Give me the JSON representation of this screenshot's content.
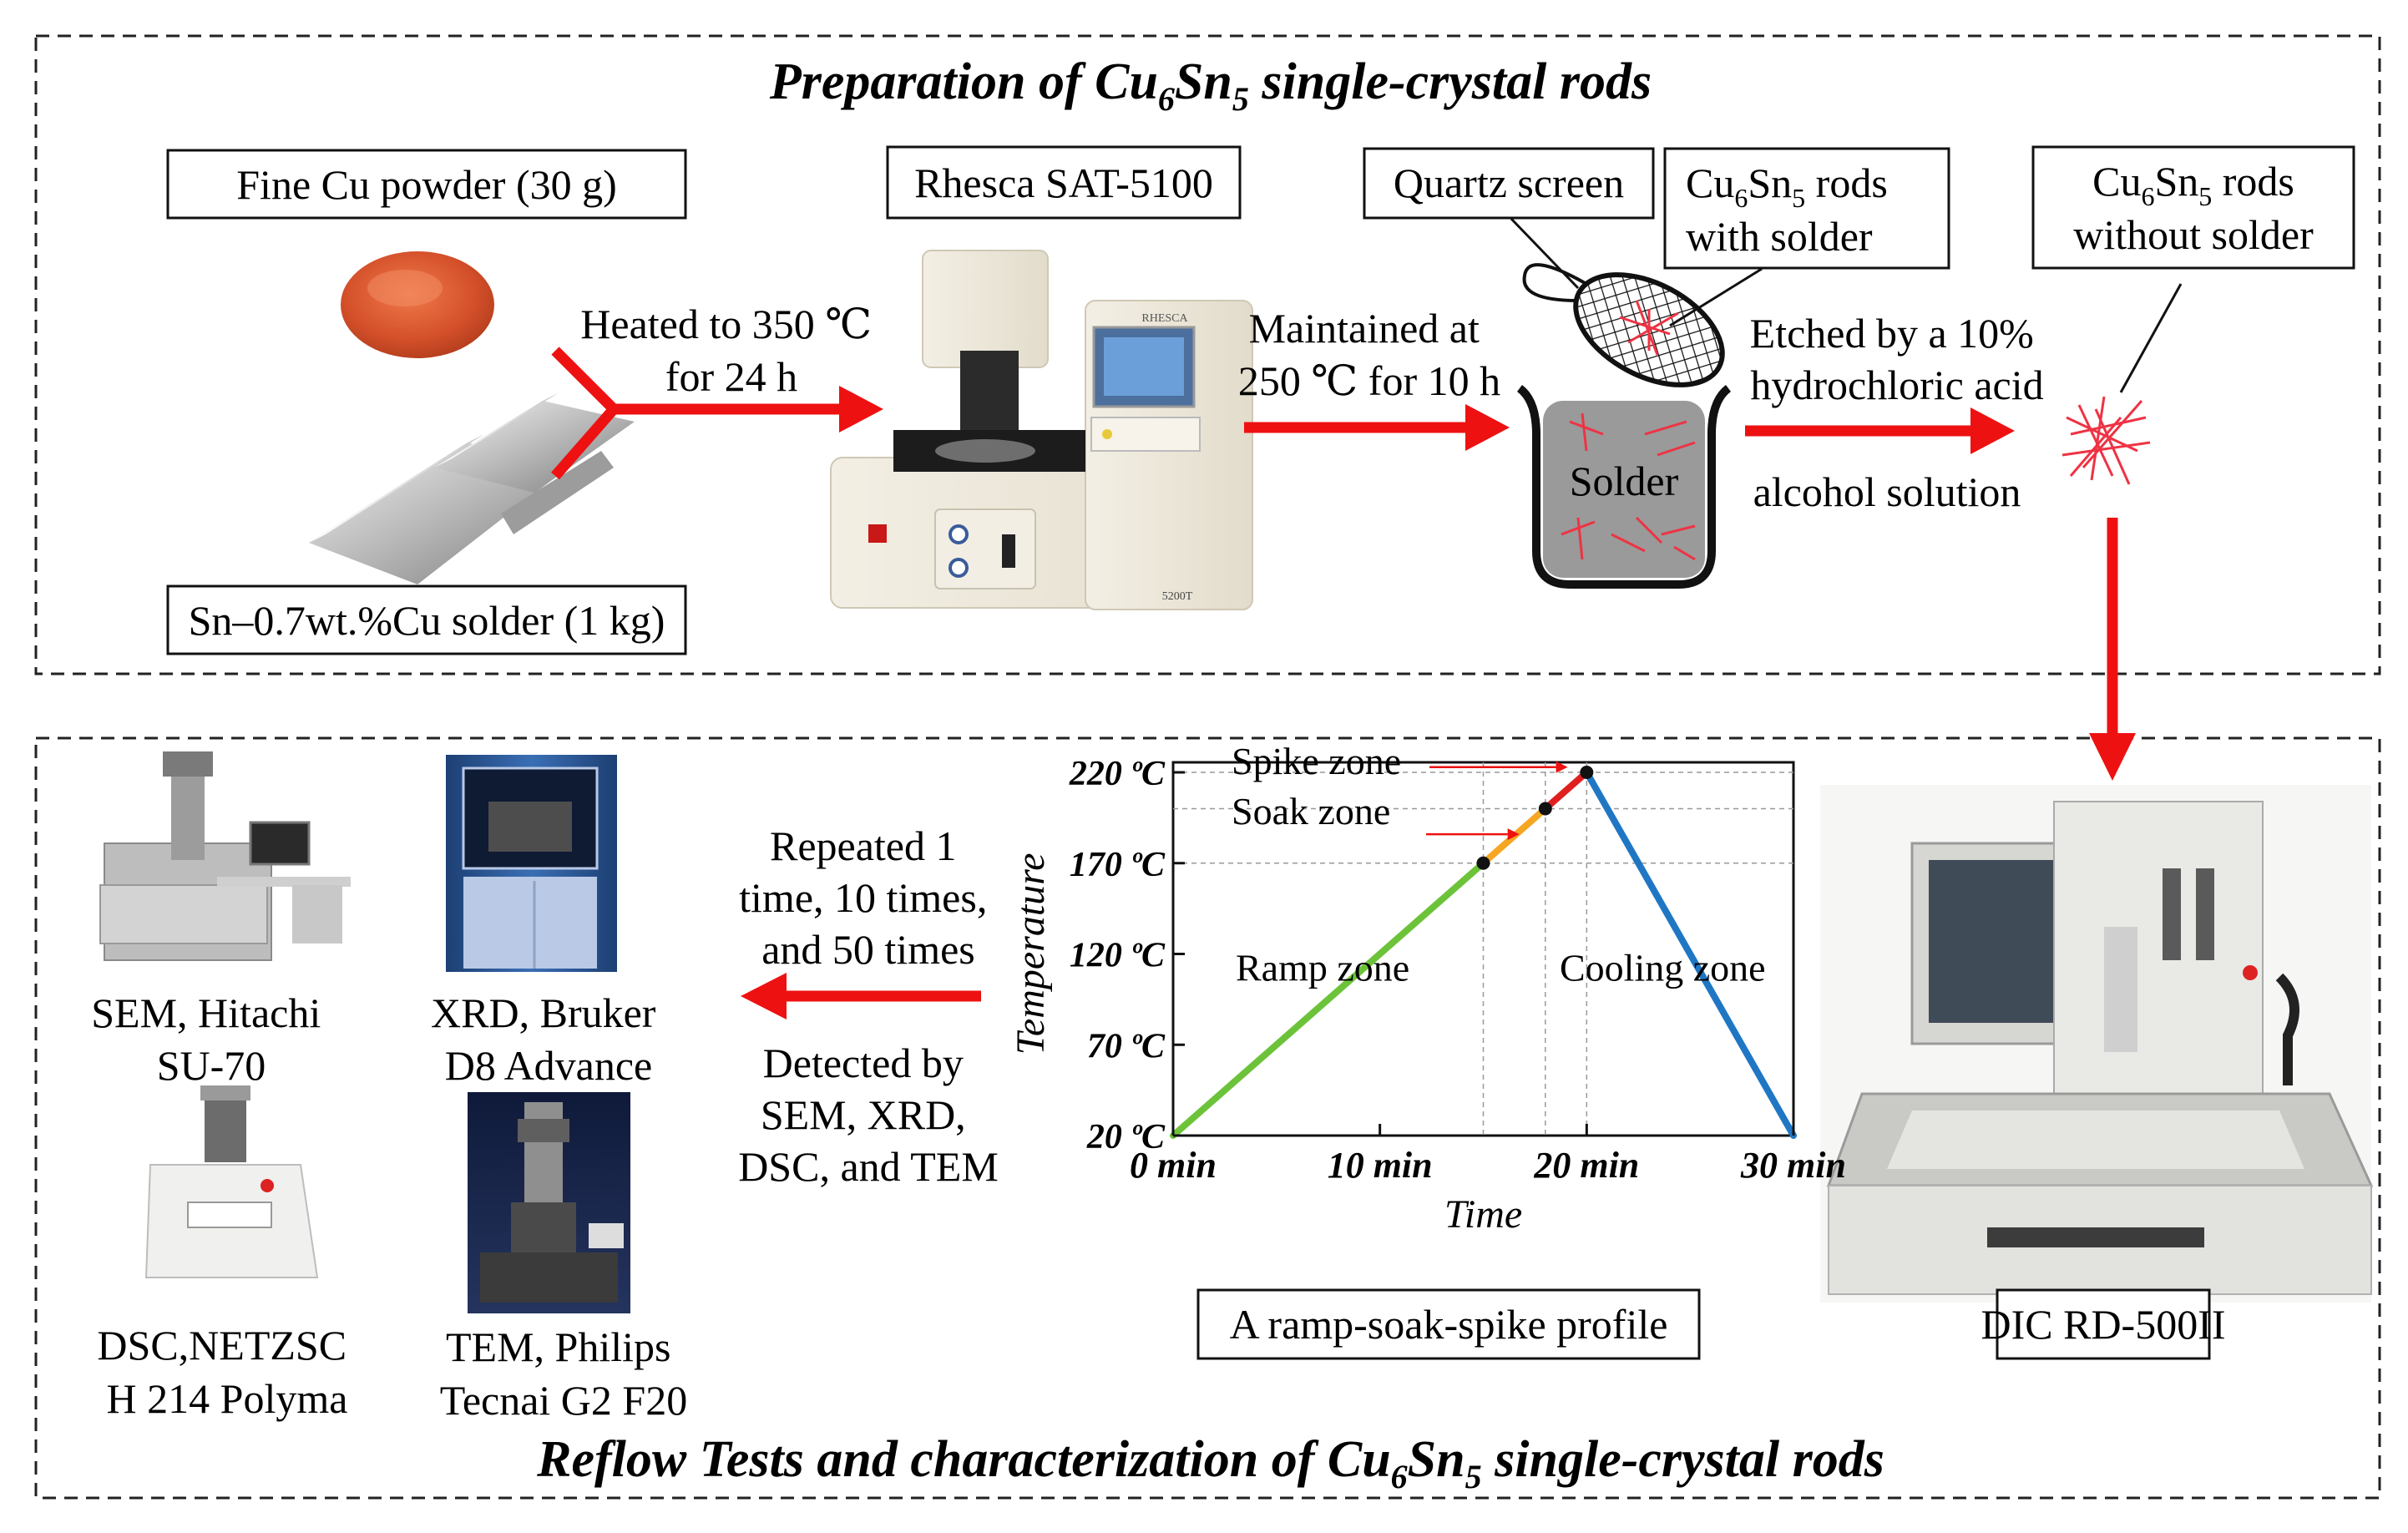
{
  "titles": {
    "top": {
      "pre": "Preparation of Cu",
      "sub1": "6",
      "mid": "Sn",
      "sub2": "5",
      "post": " single-crystal rods"
    },
    "bottom": {
      "pre": "Reflow Tests and characterization of Cu",
      "sub1": "6",
      "mid": "Sn",
      "sub2": "5",
      "post": " single-crystal rods"
    }
  },
  "labels": {
    "fine_cu": "Fine Cu powder (30 g)",
    "sn_solder": "Sn–0.7wt.%Cu solder (1 kg)",
    "rhesca": "Rhesca SAT-5100",
    "quartz": "Quartz screen",
    "rods_with": {
      "line1_pre": "Cu",
      "line1_sub1": "6",
      "line1_mid": "Sn",
      "line1_sub2": "5",
      "line1_post": " rods",
      "line2": "with solder"
    },
    "rods_without": {
      "line1_pre": "Cu",
      "line1_sub1": "6",
      "line1_mid": "Sn",
      "line1_sub2": "5",
      "line1_post": " rods",
      "line2": "without solder"
    },
    "solder": "Solder",
    "dic": "DIC RD-500II",
    "profile": "A ramp-soak-spike profile",
    "machine_model": "5200T",
    "machine_brand": "RHESCA"
  },
  "steps": {
    "heated": [
      "Heated to 350 ℃",
      "for 24 h"
    ],
    "maintained": [
      "Maintained at",
      "250 ℃ for 10 h"
    ],
    "etched": [
      "Etched by a 10%",
      "hydrochloric acid",
      "alcohol solution"
    ],
    "repeated": [
      "Repeated 1",
      "time, 10 times,",
      "and 50 times"
    ],
    "detected": [
      "Detected by",
      "SEM, XRD,",
      "DSC, and TEM"
    ]
  },
  "instruments": {
    "sem": [
      "SEM, Hitachi",
      "SU-70"
    ],
    "xrd": [
      "XRD, Bruker",
      "D8 Advance"
    ],
    "dsc": [
      "DSC,NETZSC",
      "H 214 Polyma"
    ],
    "tem": [
      "TEM, Philips",
      "Tecnai G2 F20"
    ]
  },
  "chart_data": {
    "type": "line",
    "xlabel": "Time",
    "ylabel": "Temperature",
    "xlim": [
      0,
      30
    ],
    "ylim": [
      20,
      220
    ],
    "x_ticks": [
      0,
      10,
      20,
      30
    ],
    "x_tick_labels": [
      "0 min",
      "10 min",
      "20 min",
      "30 min"
    ],
    "y_ticks": [
      20,
      70,
      120,
      170,
      220
    ],
    "y_tick_labels": [
      "20 ºC",
      "70 ºC",
      "120 ºC",
      "170 ºC",
      "220 ºC"
    ],
    "segments": [
      {
        "zone": "ramp",
        "color": "#6cc33a",
        "points": [
          [
            0,
            20
          ],
          [
            15,
            170
          ]
        ]
      },
      {
        "zone": "soak",
        "color": "#f5a623",
        "points": [
          [
            15,
            170
          ],
          [
            18,
            200
          ]
        ]
      },
      {
        "zone": "spike",
        "color": "#e02020",
        "points": [
          [
            18,
            200
          ],
          [
            20,
            220
          ]
        ]
      },
      {
        "zone": "cooling",
        "color": "#1f77c4",
        "points": [
          [
            20,
            220
          ],
          [
            30,
            20
          ]
        ]
      }
    ],
    "markers": [
      [
        15,
        170
      ],
      [
        18,
        200
      ],
      [
        20,
        220
      ]
    ],
    "guide_x": [
      15,
      18,
      20
    ],
    "guide_y": [
      170,
      200,
      220
    ],
    "annotations": [
      "Spike zone",
      "Soak zone",
      "Ramp zone",
      "Cooling zone"
    ]
  },
  "colors": {
    "arrow": "#ee1111",
    "rod": "#ee3344",
    "ramp": "#6cc33a",
    "soak": "#f5a623",
    "spike": "#e02020",
    "cooling": "#1f77c4"
  }
}
